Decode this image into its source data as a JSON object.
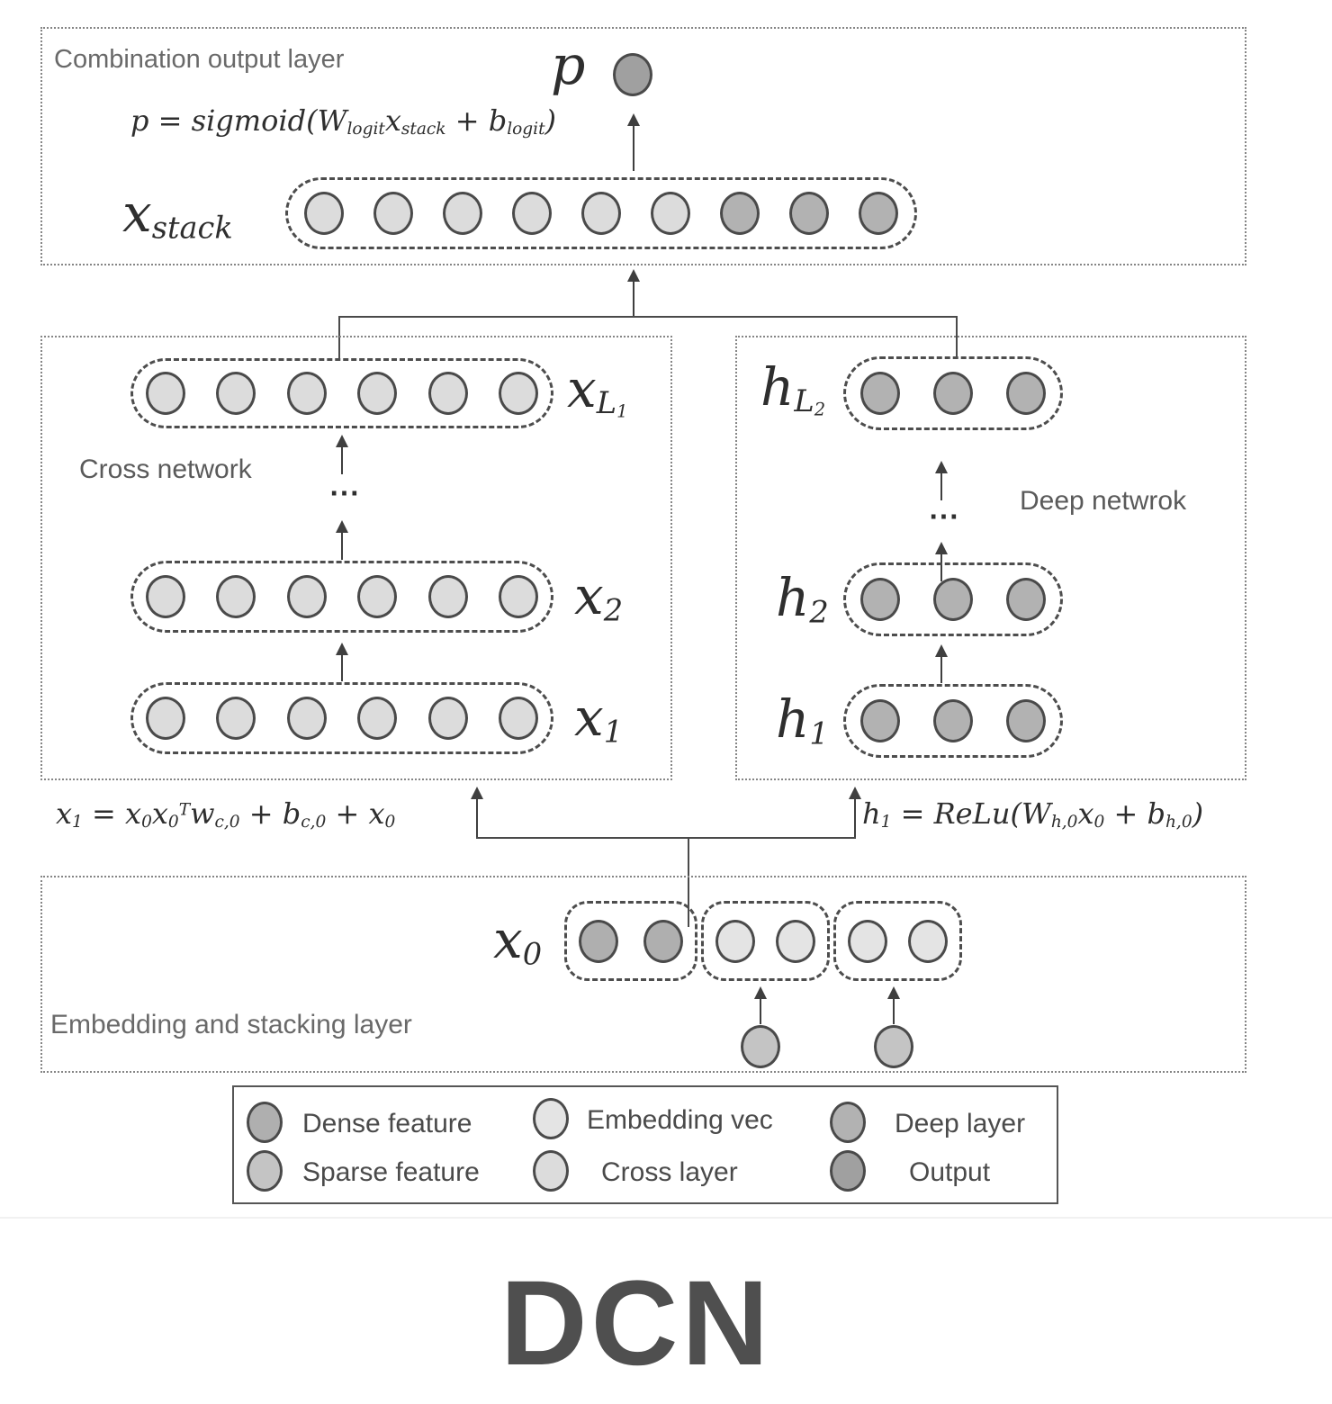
{
  "title": "DCN",
  "colors": {
    "dense": "#afafaf",
    "sparse": "#c4c4c4",
    "embedding": "#e4e4e4",
    "cross": "#dcdcdc",
    "deep": "#b2b2b2",
    "output": "#a0a0a0"
  },
  "combination": {
    "label": "Combination output layer",
    "p_label": "p",
    "p_node": [
      "output"
    ],
    "formula": "p = sigmoid(W_{logit}x_{stack} + b_{logit})",
    "stack_label": "x_{stack}",
    "stack_nodes": [
      "cross",
      "cross",
      "cross",
      "cross",
      "cross",
      "cross",
      "deep",
      "deep",
      "deep"
    ]
  },
  "cross_network": {
    "label": "Cross network",
    "dots": "⋯",
    "formula": "x_{1} = x_{0}x_{0}^{T}w_{c,0} + b_{c,0} + x_{0}",
    "rows": [
      {
        "label": "x_{L_{1}}",
        "nodes": [
          "cross",
          "cross",
          "cross",
          "cross",
          "cross",
          "cross"
        ]
      },
      {
        "label": "x_{2}",
        "nodes": [
          "cross",
          "cross",
          "cross",
          "cross",
          "cross",
          "cross"
        ]
      },
      {
        "label": "x_{1}",
        "nodes": [
          "cross",
          "cross",
          "cross",
          "cross",
          "cross",
          "cross"
        ]
      }
    ]
  },
  "deep_network": {
    "label": "Deep netwrok",
    "dots": "⋯",
    "formula": "h_{1} = ReLu(W_{h,0}x_{0} + b_{h,0})",
    "rows": [
      {
        "label": "h_{L_{2}}",
        "nodes": [
          "deep",
          "deep",
          "deep"
        ]
      },
      {
        "label": "h_{2}",
        "nodes": [
          "deep",
          "deep",
          "deep"
        ]
      },
      {
        "label": "h_{1}",
        "nodes": [
          "deep",
          "deep",
          "deep"
        ]
      }
    ]
  },
  "embedding_layer": {
    "label": "Embedding and stacking layer",
    "x0_label": "x_{0}",
    "groups": [
      [
        "dense",
        "dense"
      ],
      [
        "embedding",
        "embedding"
      ],
      [
        "embedding",
        "embedding"
      ]
    ],
    "sparse_inputs": [
      [
        "sparse"
      ],
      [
        "sparse"
      ]
    ]
  },
  "legend": {
    "items": [
      {
        "swatch": "dense",
        "label": "Dense feature"
      },
      {
        "swatch": "embedding",
        "label": "Embedding vec"
      },
      {
        "swatch": "deep",
        "label": "Deep layer"
      },
      {
        "swatch": "sparse",
        "label": "Sparse feature"
      },
      {
        "swatch": "cross",
        "label": "Cross layer"
      },
      {
        "swatch": "output",
        "label": "Output"
      }
    ]
  }
}
